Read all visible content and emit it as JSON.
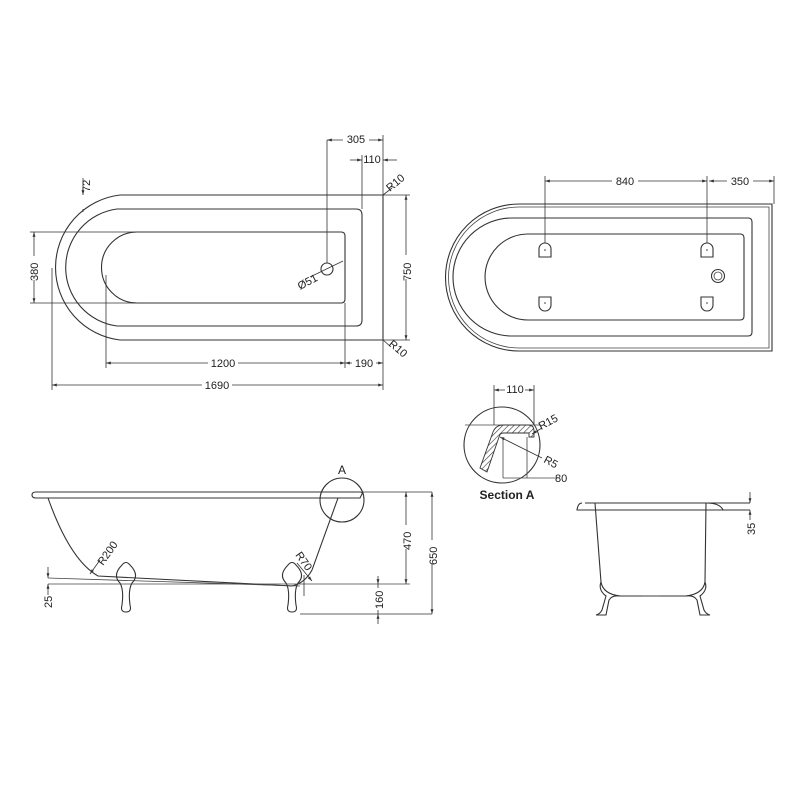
{
  "drawing": {
    "subject": "Single-ended back-to-wall roll top bath technical drawing",
    "stroke_color": "#333333",
    "background": "#ffffff"
  },
  "top_view": {
    "dims": {
      "waste_offset": "305",
      "rim_depth_end": "110",
      "rim_width": "72",
      "corner_radius_top": "R10",
      "corner_radius_bottom": "R10",
      "inner_width": "380",
      "overall_width": "750",
      "waste_diameter": "Ø51",
      "inner_length": "1200",
      "end_offset": "190",
      "overall_length": "1690"
    }
  },
  "underside_view": {
    "dims": {
      "feet_spacing": "840",
      "feet_end_offset": "350"
    }
  },
  "section_a": {
    "title": "Section A",
    "dims": {
      "rim_width": "110",
      "outer_radius": "R15",
      "inner_radius": "R5",
      "depth": "80"
    }
  },
  "side_view": {
    "detail_marker": "A",
    "dims": {
      "end_radius": "R200",
      "front_radius": "R70",
      "inner_depth": "470",
      "overall_height": "650",
      "base_offset": "25",
      "feet_height": "160"
    }
  },
  "end_view": {
    "dims": {
      "rim_thickness": "35"
    }
  }
}
